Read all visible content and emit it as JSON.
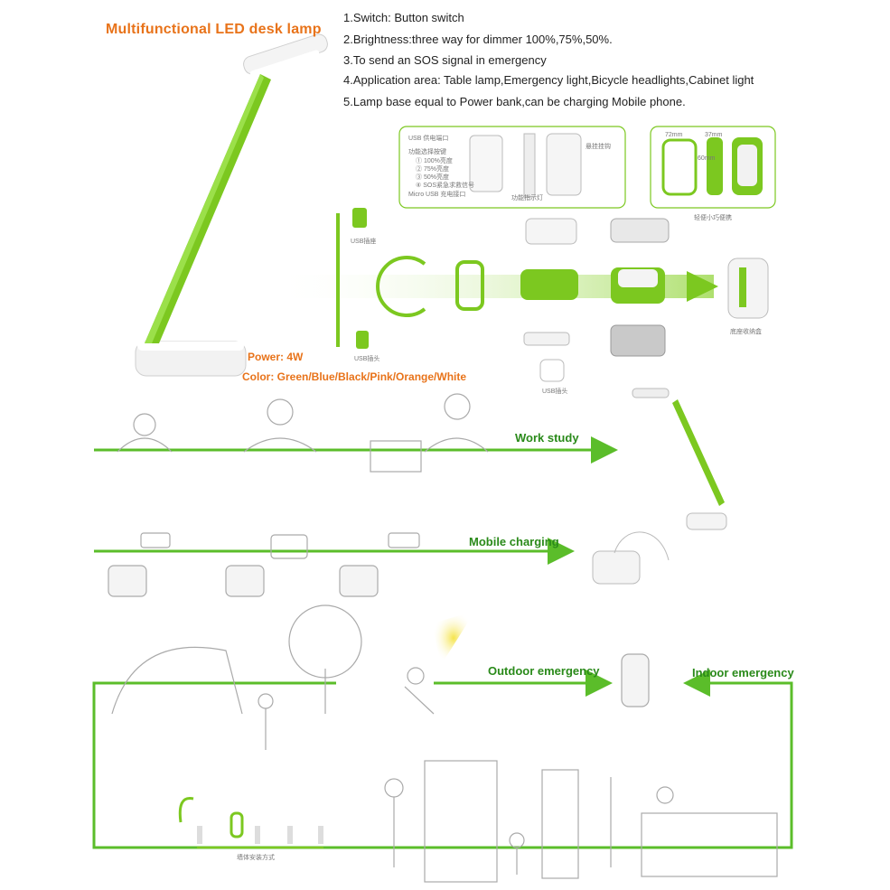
{
  "title": "Multifunctional LED desk lamp",
  "specs": [
    "1.Switch: Button switch",
    "2.Brightness:three way for dimmer 100%,75%,50%.",
    "3.To send an SOS signal in emergency",
    "4.Application area: Table lamp,Emergency light,Bicycle headlights,Cabinet light",
    "5.Lamp base equal to Power bank,can be charging Mobile phone."
  ],
  "power": "Power: 4W",
  "color": "Color: Green/Blue/Black/Pink/Orange/White",
  "flows": {
    "work_study": "Work study",
    "mobile_charging": "Mobile charging",
    "outdoor_emergency": "Outdoor emergency",
    "indoor_emergency": "Indoor emergency"
  },
  "detail": {
    "usb_label": "USB 供电端口",
    "func_label": "功能选择按键",
    "opt1": "① 100%亮度",
    "opt2": "② 75%亮度",
    "opt3": "③ 50%亮度",
    "opt4": "④ SOS紧急求救信号",
    "micro_usb": "Micro USB 充电接口",
    "indicator": "功能指示灯",
    "hanger": "悬挂挂钩",
    "dim_w": "72mm",
    "dim_h": "37mm",
    "dim_d": "60mm",
    "portable": "轻便小巧便携",
    "usb_head": "USB插座",
    "usb_head2": "USB插头",
    "usb_head3": "USB插头",
    "storage": "底座收纳盒",
    "mount": "墙体安装方式"
  },
  "colors": {
    "accent": "#7cc820",
    "title": "#e8731a",
    "flow": "#5bbd2a"
  }
}
